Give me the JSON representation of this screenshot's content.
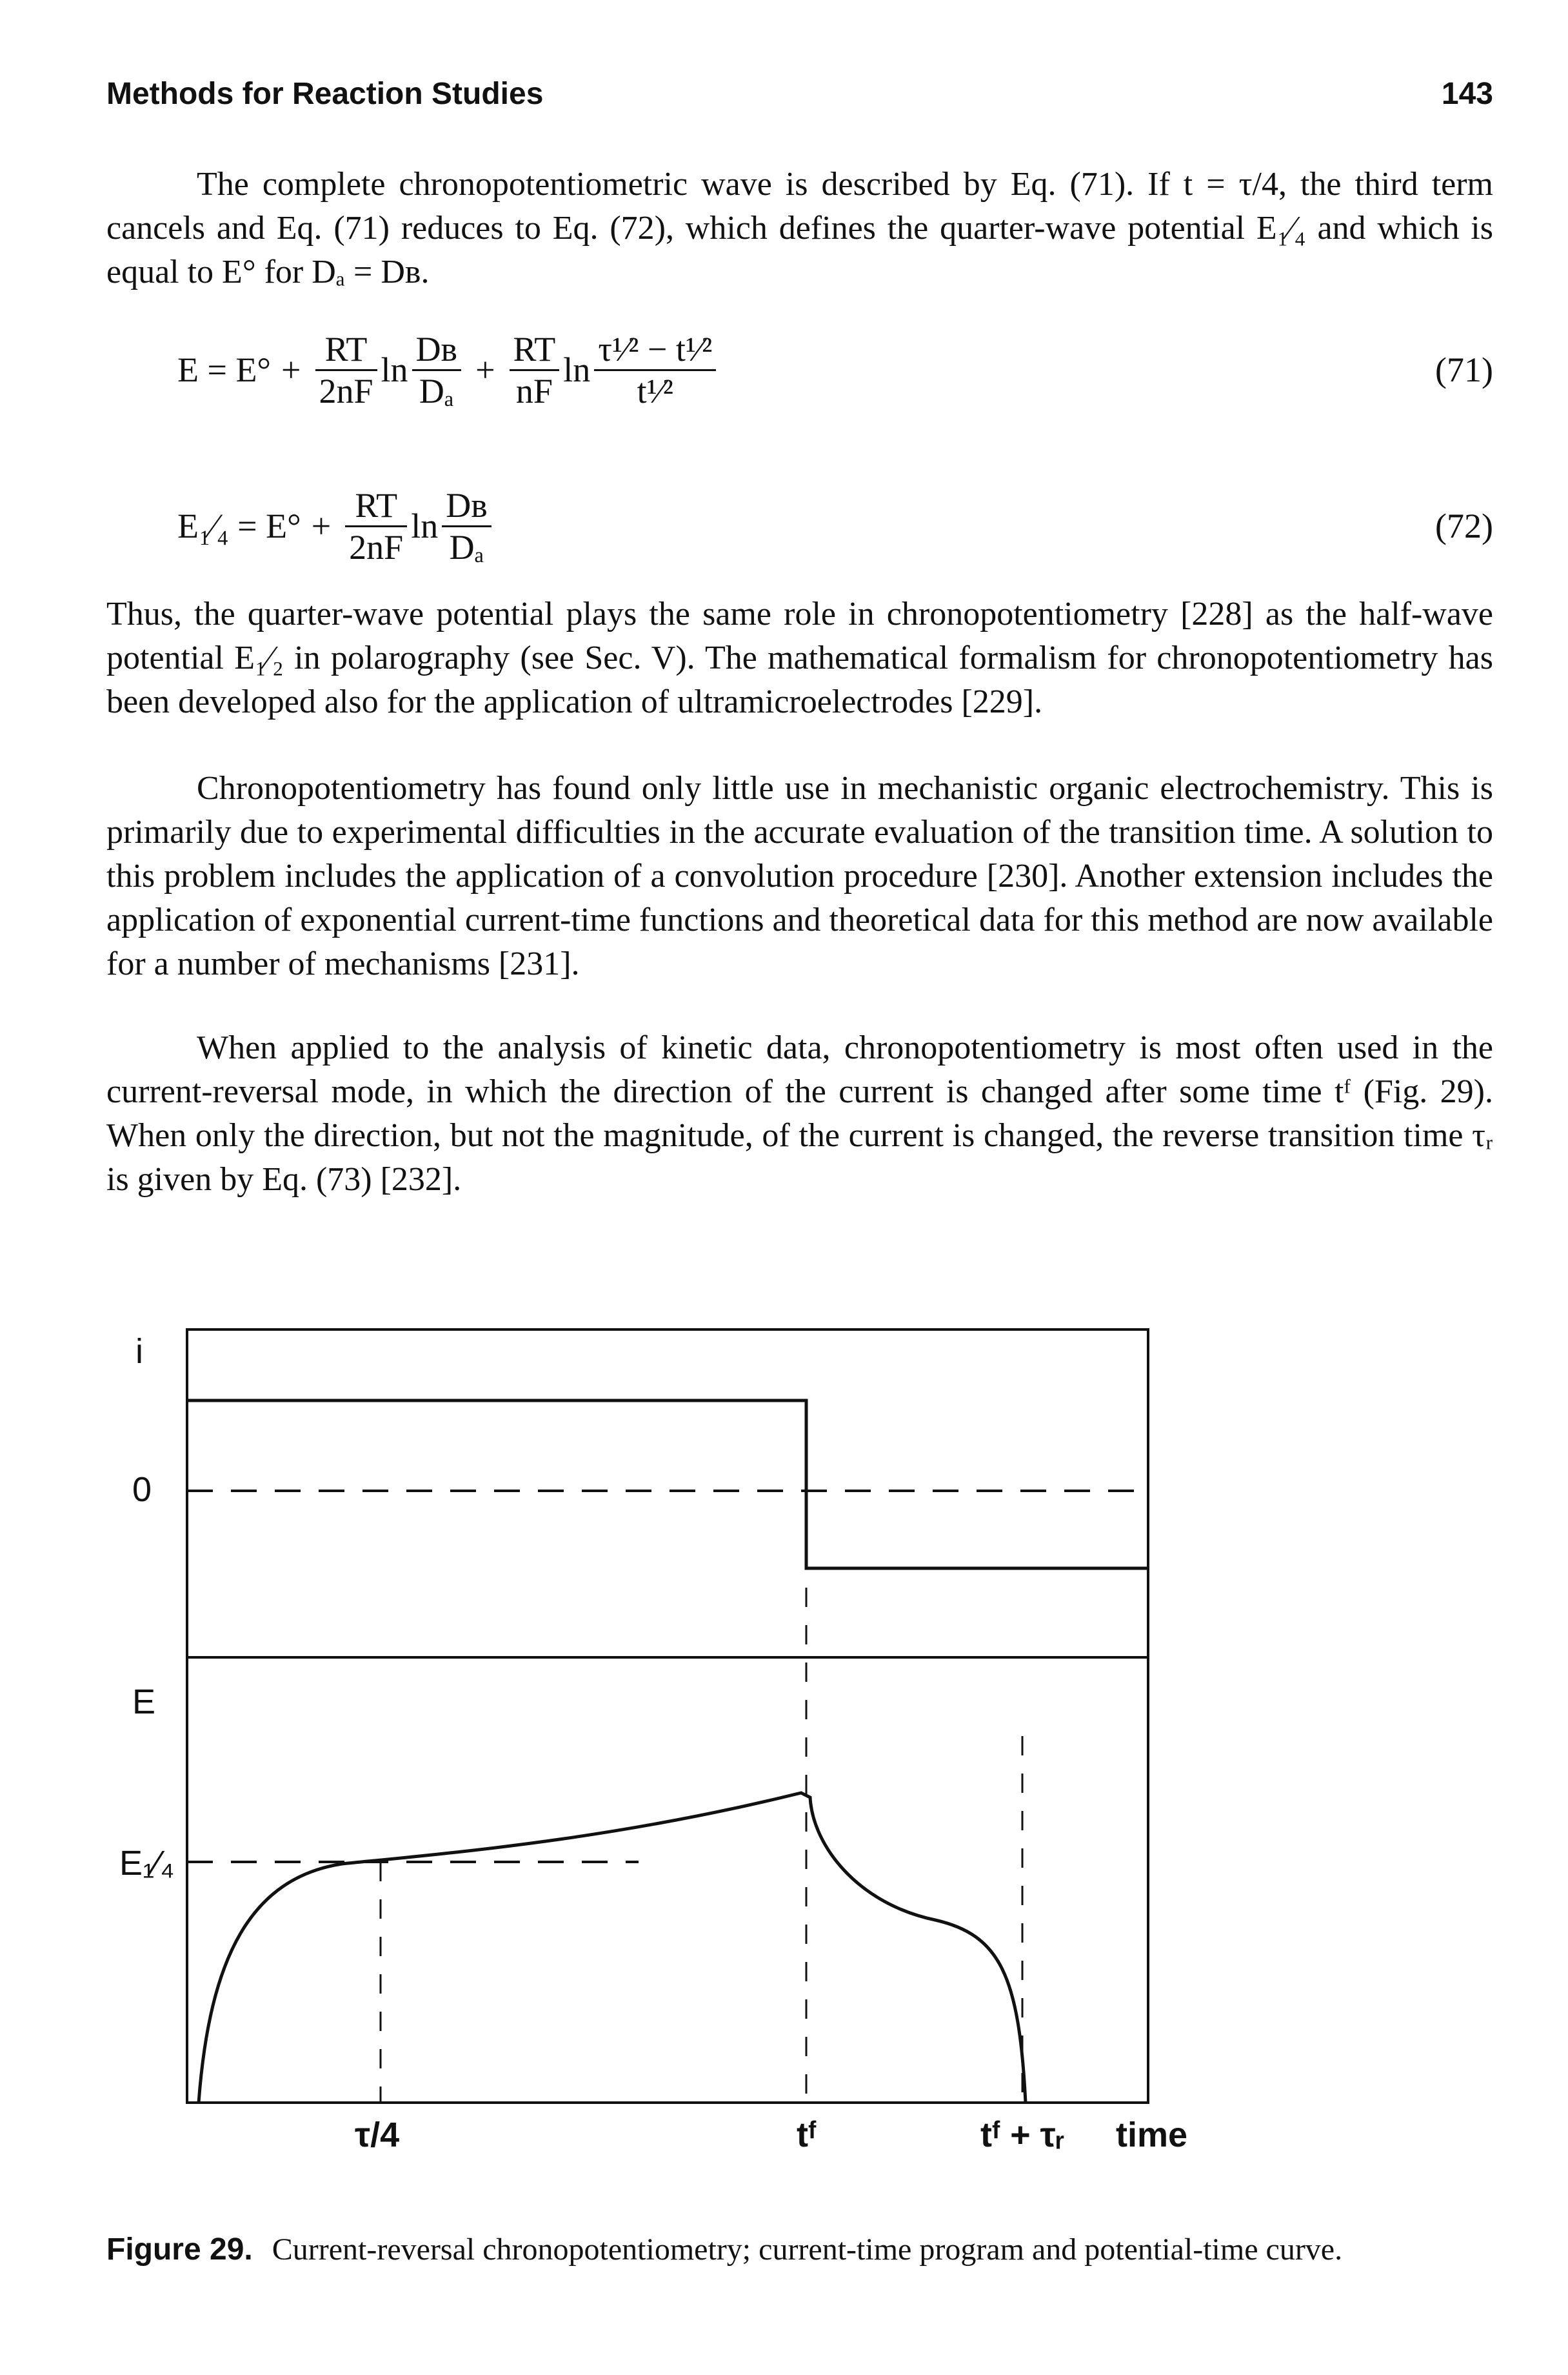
{
  "header": {
    "title": "Methods for Reaction Studies",
    "page_number": "143"
  },
  "paragraphs": {
    "p1": "The complete chronopotentiometric wave is described by Eq. (71). If t = τ/4, the third term cancels and Eq. (71) reduces to Eq. (72), which defines the quarter-wave potential E₁⁄₄ and which is equal to E° for Dₐ = Dʙ.",
    "p2": "Thus, the quarter-wave potential plays the same role in chronopotentiometry [228] as the half-wave potential E₁⁄₂ in polarography (see Sec. V). The mathematical formalism for chronopotentiometry has been developed also for the application of ultramicroelectrodes [229].",
    "p3": "Chronopotentiometry has found only little use in mechanistic organic electrochemistry. This is primarily due to experimental difficulties in the accurate evaluation of the transition time. A solution to this problem includes the application of a convolution procedure [230]. Another extension includes the application of exponential current-time functions and theoretical data for this method are now available for a number of mechanisms [231].",
    "p4": "When applied to the analysis of kinetic data, chronopotentiometry is most often used in the current-reversal mode, in which the direction of the current is changed after some time tᶠ (Fig. 29). When only the direction, but not the magnitude, of the current is changed, the reverse transition time τᵣ is given by Eq. (73) [232]."
  },
  "equations": {
    "eq71": {
      "lhs": "E = E°",
      "t1_num": "RT",
      "t1_den": "2nF",
      "t1_ln": "ln",
      "t1_lnnum": "Dʙ",
      "t1_lnden": "Dₐ",
      "t2_num": "RT",
      "t2_den": "nF",
      "t2_ln": "ln",
      "t2_lnnum": "τ¹⁄² − t¹⁄²",
      "t2_lnden": "t¹⁄²",
      "number": "(71)"
    },
    "eq72": {
      "lhs": "E₁⁄₄ = E°",
      "t1_num": "RT",
      "t1_den": "2nF",
      "t1_ln": "ln",
      "t1_lnnum": "Dʙ",
      "t1_lnden": "Dₐ",
      "number": "(72)"
    }
  },
  "figure": {
    "caption_label": "Figure 29.",
    "caption_text": "Current-reversal chronopotentiometry; current-time program and potential-time curve.",
    "labels": {
      "i": "i",
      "zero": "0",
      "E": "E",
      "E14": "E₁⁄₄",
      "tau4": "τ/4",
      "tf": "tᶠ",
      "tf_tr": "tᶠ + τᵣ",
      "time": "time"
    }
  }
}
